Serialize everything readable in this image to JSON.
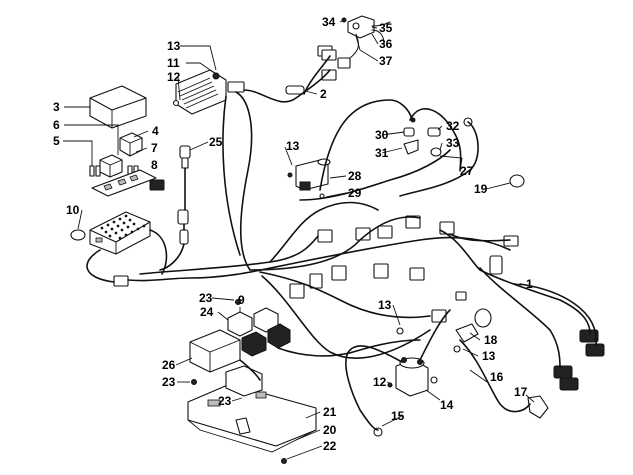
{
  "diagram": {
    "callouts": [
      "1",
      "2",
      "3",
      "4",
      "5",
      "6",
      "7",
      "8",
      "9",
      "10",
      "11",
      "12",
      "12",
      "13",
      "13",
      "13",
      "13",
      "14",
      "15",
      "16",
      "17",
      "18",
      "19",
      "20",
      "21",
      "22",
      "23",
      "23",
      "23",
      "24",
      "25",
      "26",
      "27",
      "28",
      "29",
      "30",
      "31",
      "32",
      "33",
      "34",
      "35",
      "36",
      "37"
    ]
  }
}
